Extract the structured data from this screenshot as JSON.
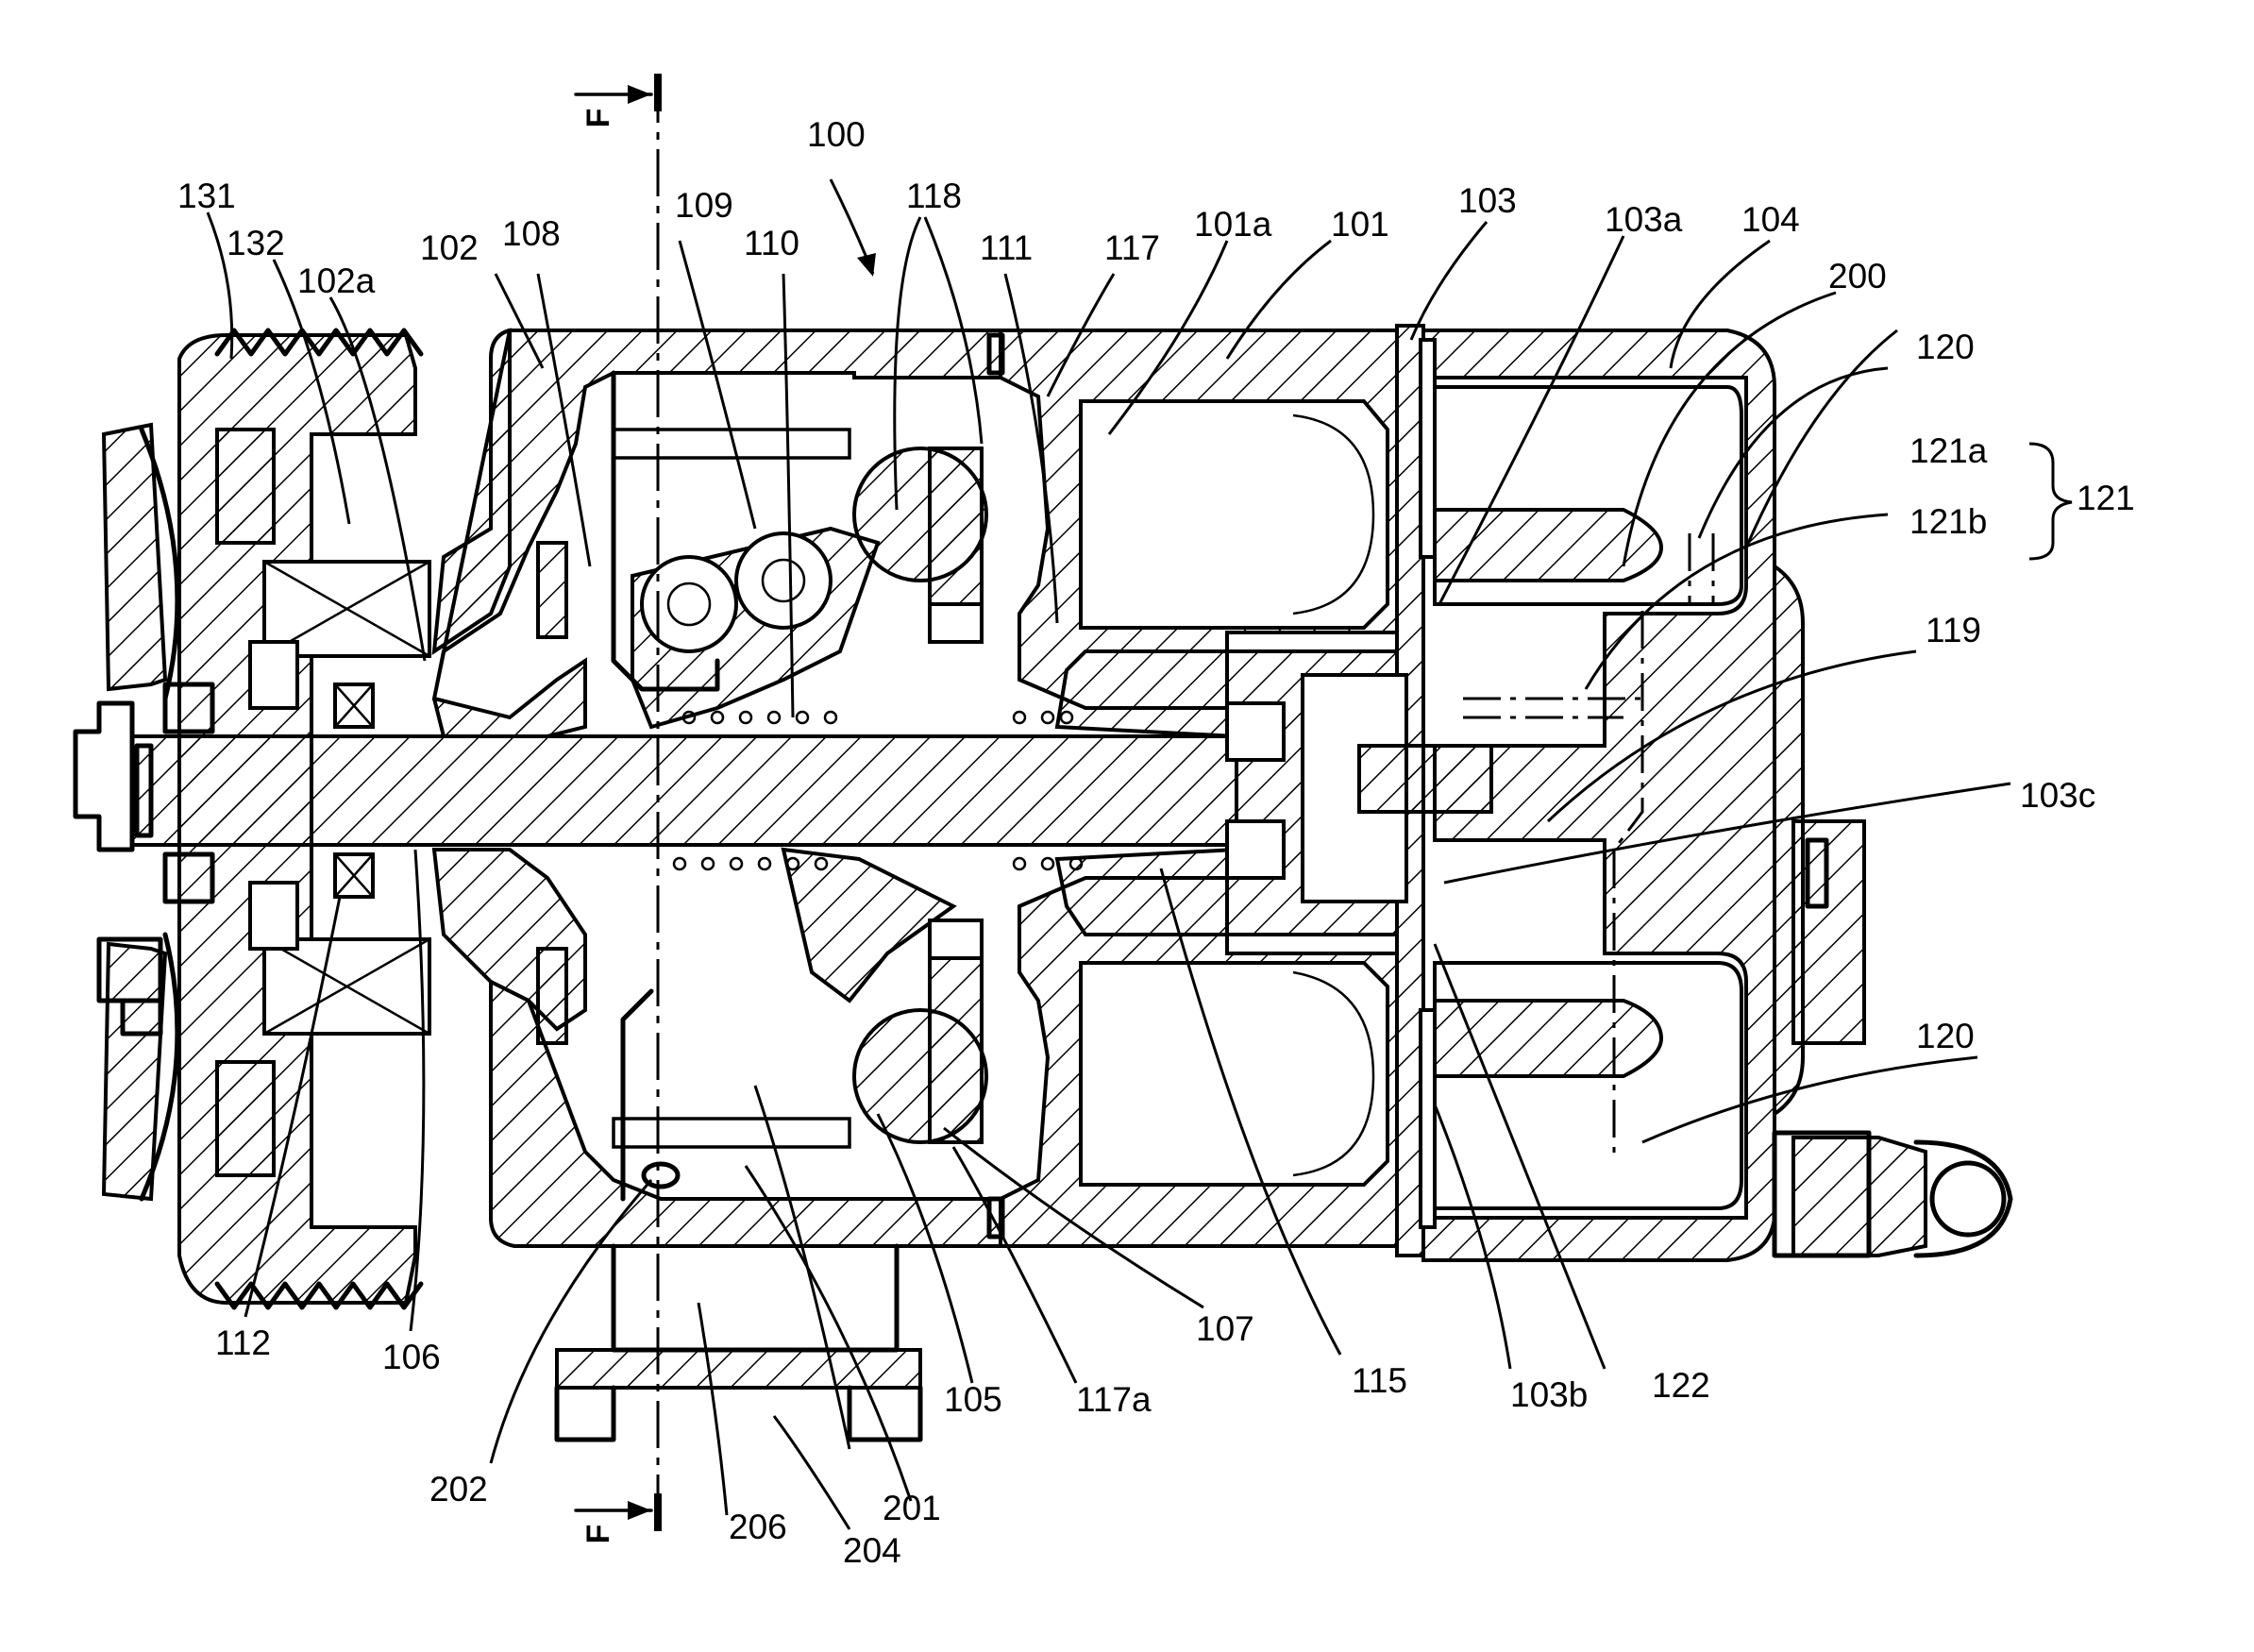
{
  "labels": {
    "l100": "100",
    "l101": "101",
    "l101a": "101a",
    "l102": "102",
    "l102a": "102a",
    "l103": "103",
    "l103a": "103a",
    "l103b": "103b",
    "l103c": "103c",
    "l104": "104",
    "l105": "105",
    "l106": "106",
    "l107": "107",
    "l108": "108",
    "l109": "109",
    "l110": "110",
    "l111": "111",
    "l112": "112",
    "l115": "115",
    "l117": "117",
    "l117a": "117a",
    "l118": "118",
    "l119": "119",
    "l120_top": "120",
    "l120_bot": "120",
    "l121": "121",
    "l121a": "121a",
    "l121b": "121b",
    "l122": "122",
    "l131": "131",
    "l132": "132",
    "l200": "200",
    "l201": "201",
    "l202": "202",
    "l204": "204",
    "l206": "206"
  },
  "section_marks": {
    "top": "F",
    "bottom": "F"
  }
}
